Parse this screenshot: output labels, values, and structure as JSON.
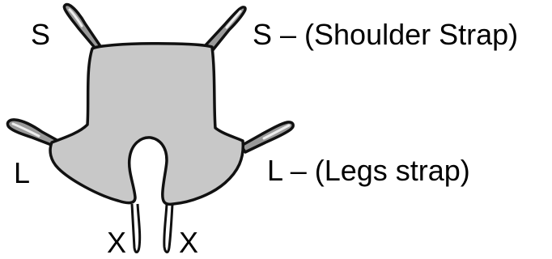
{
  "labels": {
    "shoulder_left": "S",
    "shoulder_right": "S – (Shoulder Strap)",
    "legs_left": "L",
    "legs_right": "L – (Legs strap)",
    "crotch_left": "X",
    "crotch_right": "X"
  },
  "colors": {
    "sling_fill": "#c8c8c8",
    "strap_fill": "#9a9a9a",
    "outline": "#111111",
    "text": "#000000"
  }
}
